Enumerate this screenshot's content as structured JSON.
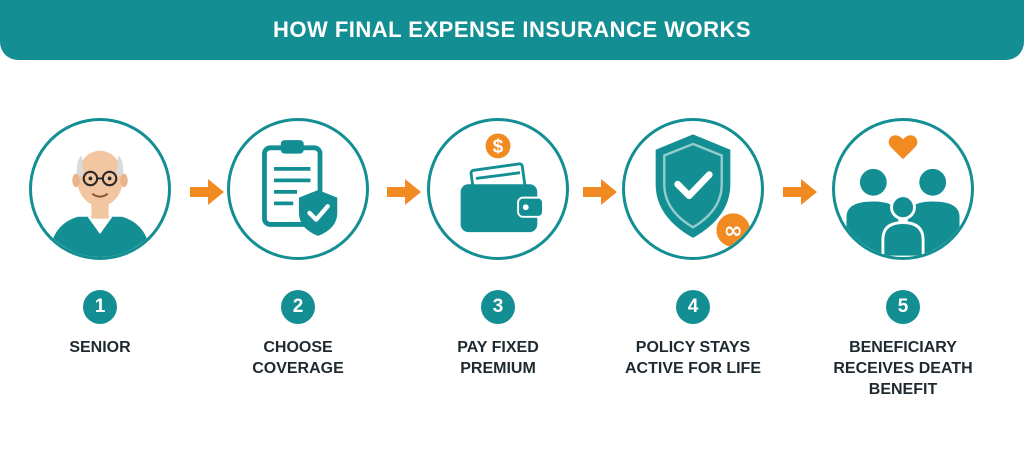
{
  "header": {
    "title": "HOW FINAL EXPENSE INSURANCE WORKS"
  },
  "colors": {
    "teal": "#138f93",
    "orange": "#f28a22",
    "text": "#1f2a30",
    "background": "#ffffff"
  },
  "steps": [
    {
      "number": "1",
      "label_lines": [
        "SENIOR"
      ],
      "icon": "senior-icon"
    },
    {
      "number": "2",
      "label_lines": [
        "CHOOSE",
        "COVERAGE"
      ],
      "icon": "clipboard-shield-icon"
    },
    {
      "number": "3",
      "label_lines": [
        "PAY FIXED",
        "PREMIUM"
      ],
      "icon": "wallet-dollar-icon"
    },
    {
      "number": "4",
      "label_lines": [
        "POLICY STAYS",
        "ACTIVE FOR LIFE"
      ],
      "icon": "shield-infinity-icon"
    },
    {
      "number": "5",
      "label_lines": [
        "BENEFICIARY",
        "RECEIVES DEATH",
        "BENEFIT"
      ],
      "icon": "family-heart-icon"
    }
  ],
  "icons": {
    "dollar_symbol": "$",
    "infinity_symbol": "∞"
  },
  "arrows": [
    "arrow-right-icon",
    "arrow-right-icon",
    "arrow-right-icon",
    "arrow-right-icon"
  ]
}
